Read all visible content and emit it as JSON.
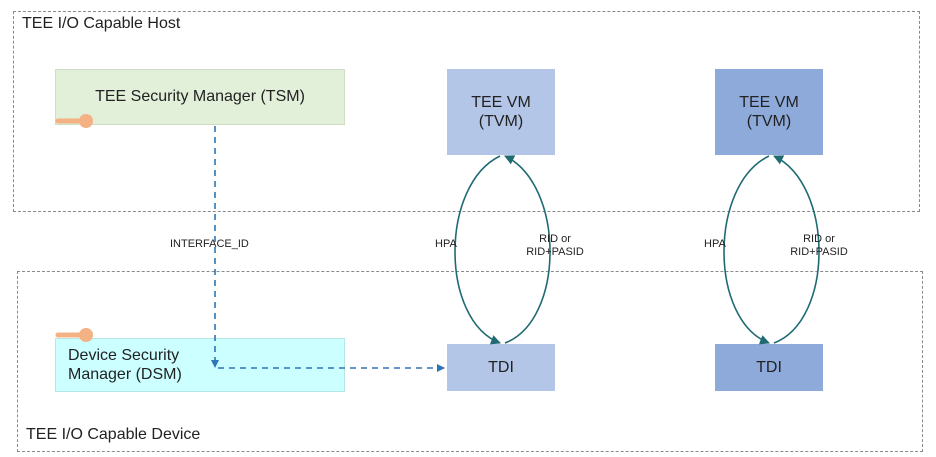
{
  "regions": {
    "host": {
      "label": "TEE I/O Capable Host"
    },
    "device": {
      "label": "TEE I/O Capable Device"
    }
  },
  "boxes": {
    "tsm": {
      "label": "TEE Security Manager (TSM)"
    },
    "tvm1": {
      "line1": "TEE VM",
      "line2": "(TVM)"
    },
    "tvm2": {
      "line1": "TEE VM",
      "line2": "(TVM)"
    },
    "dsm": {
      "line1": "Device Security",
      "line2": "Manager (DSM)"
    },
    "tdi1": {
      "label": "TDI"
    },
    "tdi2": {
      "label": "TDI"
    }
  },
  "edges": {
    "interface_id": "INTERFACE_ID",
    "hpa_1": "HPA",
    "rid_1_line1": "RID or",
    "rid_1_line2": "RID+PASID",
    "hpa_2": "HPA",
    "rid_2_line1": "RID or",
    "rid_2_line2": "RID+PASID"
  },
  "colors": {
    "tsm_fill": "#e2efd9",
    "tvm1_fill": "#b4c6e7",
    "tvm2_fill": "#8eaadb",
    "dsm_fill": "#ccffff",
    "tdi1_fill": "#b4c6e7",
    "tdi2_fill": "#8eaadb",
    "arrow": "#2e75b6",
    "curve": "#1f6a73",
    "key": "#f4b183"
  }
}
